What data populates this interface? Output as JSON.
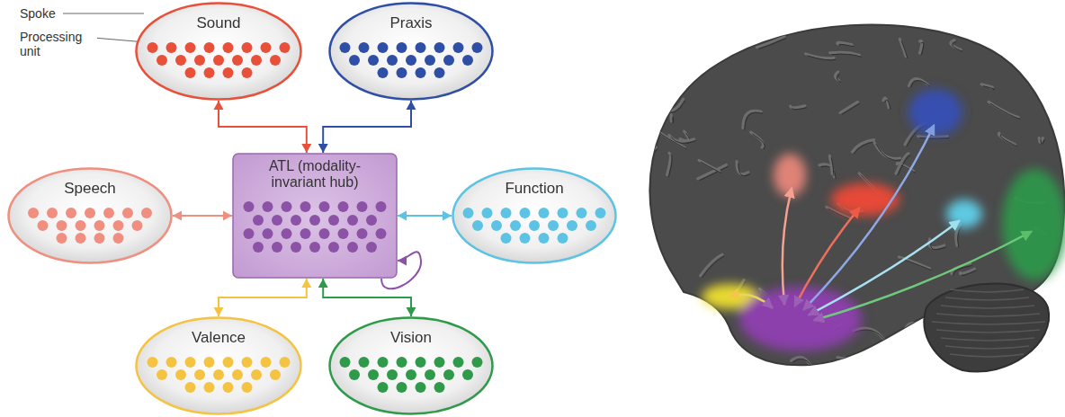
{
  "diagram": {
    "nodes": [
      {
        "text": [
          "Sound"
        ]
      },
      {
        "text": [
          "Praxis"
        ]
      },
      {
        "text": [
          "Speech"
        ]
      },
      {
        "text": [
          "ATL (modality-invariant hub)"
        ]
      },
      {
        "text": [
          "Function"
        ]
      },
      {
        "text": [
          "Valence"
        ]
      },
      {
        "text": [
          "Vision"
        ]
      }
    ],
    "edges": [
      {
        "from": 3,
        "to": 0,
        "arrow": "both"
      },
      {
        "from": 3,
        "to": 1,
        "arrow": "both"
      },
      {
        "from": 3,
        "to": 2,
        "arrow": "both"
      },
      {
        "from": 3,
        "to": 4,
        "arrow": "both"
      },
      {
        "from": 3,
        "to": 5,
        "arrow": "both"
      },
      {
        "from": 3,
        "to": 6,
        "arrow": "both"
      },
      {
        "from": 3,
        "to": 3,
        "arrow": "to"
      }
    ],
    "labels": [
      "Spoke",
      "Processing unit"
    ]
  }
}
